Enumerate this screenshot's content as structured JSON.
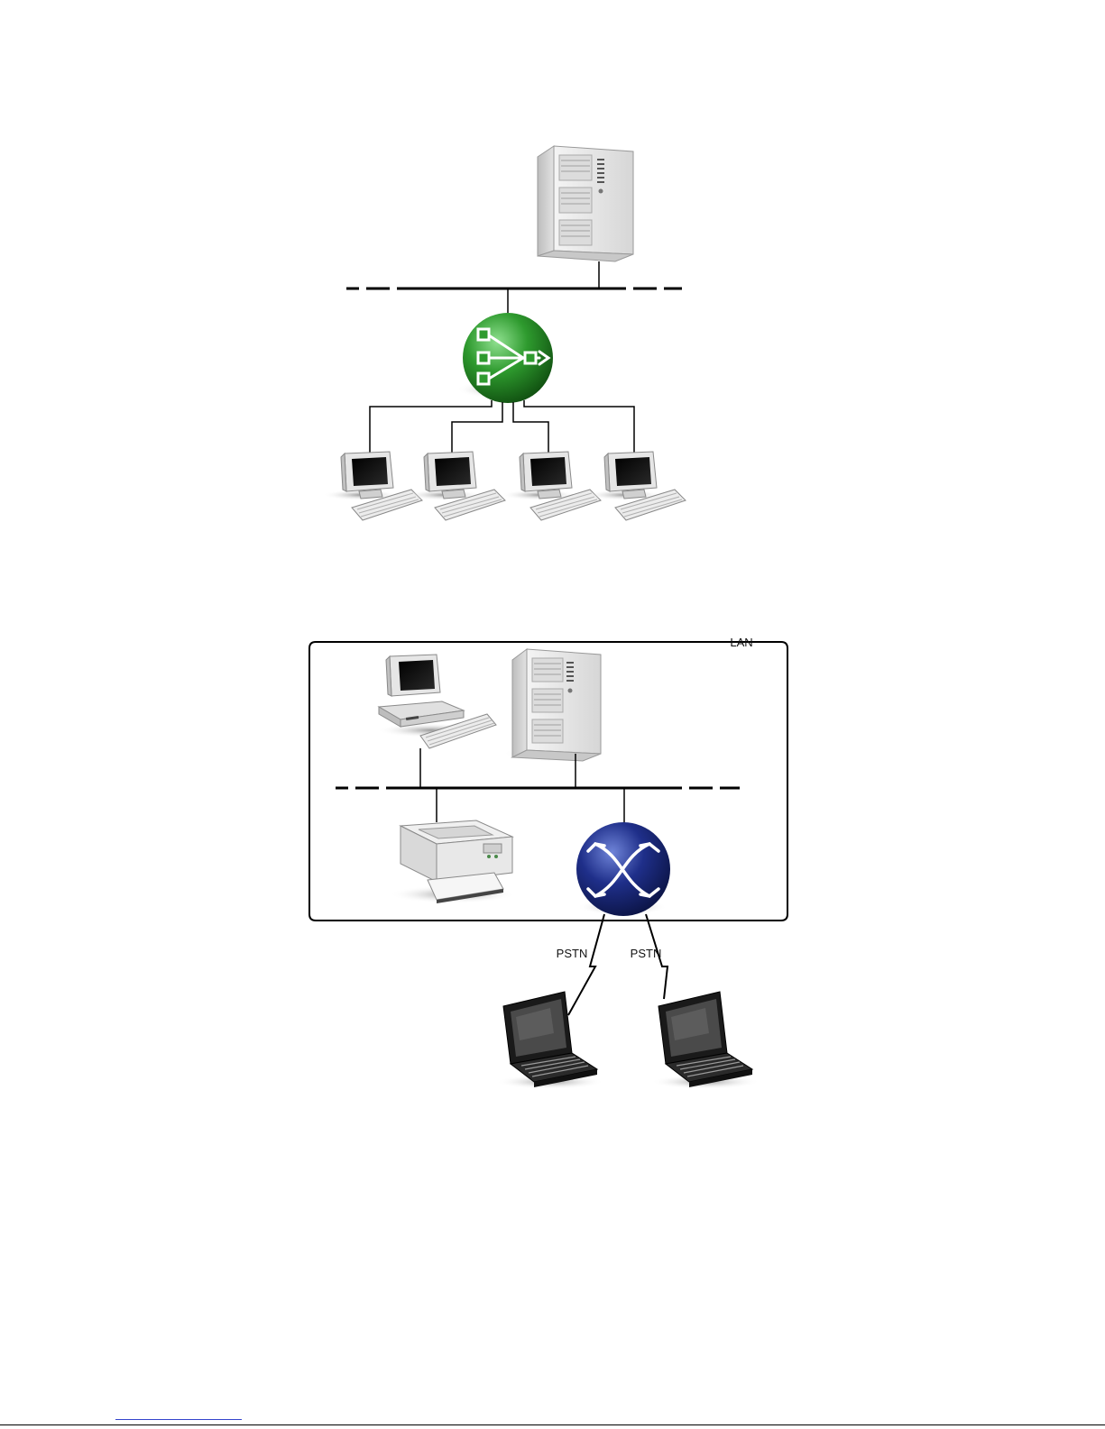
{
  "diagram1": {
    "devices": {
      "server": "server-tower-icon",
      "hub": "network-hub-icon",
      "workstations": [
        "workstation-icon",
        "workstation-icon",
        "workstation-icon",
        "workstation-icon"
      ]
    }
  },
  "diagram2": {
    "lan_label": "LAN",
    "links": [
      {
        "label": "PSTN"
      },
      {
        "label": "PSTN"
      }
    ],
    "devices": {
      "desktop": "desktop-pc-icon",
      "server": "server-tower-icon",
      "printer": "laser-printer-icon",
      "router": "router-icon",
      "laptops": [
        "laptop-icon",
        "laptop-icon"
      ]
    }
  },
  "colors": {
    "hub_green": "#2a8a2a",
    "router_blue": "#1f2f7a",
    "line": "#000000",
    "link_blue": "#3344cc"
  }
}
